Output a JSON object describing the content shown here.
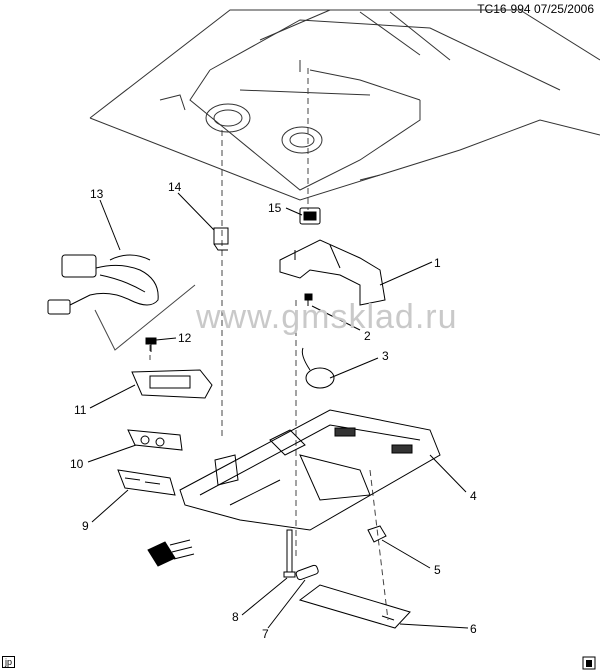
{
  "header": {
    "code": "TC16-994",
    "date": "07/25/2006"
  },
  "watermark": "www.gmsklad.ru",
  "stamp": "jp",
  "callouts": [
    {
      "id": "c1",
      "text": "1"
    },
    {
      "id": "c2",
      "text": "2"
    },
    {
      "id": "c3",
      "text": "3"
    },
    {
      "id": "c4",
      "text": "4"
    },
    {
      "id": "c5",
      "text": "5"
    },
    {
      "id": "c6",
      "text": "6"
    },
    {
      "id": "c7",
      "text": "7"
    },
    {
      "id": "c8",
      "text": "8"
    },
    {
      "id": "c9",
      "text": "9"
    },
    {
      "id": "c10",
      "text": "10"
    },
    {
      "id": "c11",
      "text": "11"
    },
    {
      "id": "c12",
      "text": "12"
    },
    {
      "id": "c13",
      "text": "13"
    },
    {
      "id": "c14",
      "text": "14"
    },
    {
      "id": "c15",
      "text": "15"
    }
  ],
  "icons": {
    "corner": "vehicle-badge-icon",
    "direction": "front-arrow-icon"
  }
}
